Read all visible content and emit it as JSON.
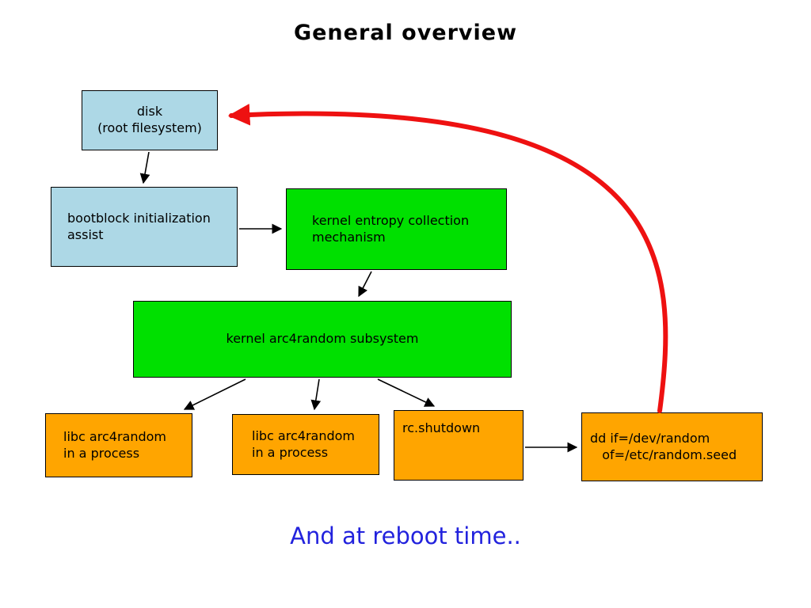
{
  "title": "General overview",
  "footer": {
    "text": "And at reboot time..",
    "color": "#2222dd"
  },
  "colors": {
    "box_blue": "#add8e6",
    "box_green": "#00e000",
    "box_orange": "#ffa500",
    "arrow_black": "#000000",
    "arrow_red": "#ee1111",
    "footer_blue": "#2222dd",
    "background": "#ffffff"
  },
  "nodes": {
    "disk": {
      "label": "disk\n(root filesystem)",
      "color": "#add8e6"
    },
    "bootblock": {
      "label": "bootblock initialization\nassist",
      "color": "#add8e6"
    },
    "kernelEntropy": {
      "label": "kernel entropy collection\nmechanism",
      "color": "#00e000"
    },
    "arc4random": {
      "label": "kernel arc4random subsystem",
      "color": "#00e000"
    },
    "libc1": {
      "label": "libc arc4random\nin a process",
      "color": "#ffa500"
    },
    "libc2": {
      "label": "libc arc4random\nin a process",
      "color": "#ffa500"
    },
    "rcShutdown": {
      "label": "rc.shutdown",
      "color": "#ffa500"
    },
    "dd": {
      "label": "dd if=/dev/random\n   of=/etc/random.seed",
      "color": "#ffa500"
    }
  },
  "edges": [
    {
      "from": "disk",
      "to": "bootblock",
      "style": "black"
    },
    {
      "from": "bootblock",
      "to": "kernelEntropy",
      "style": "black"
    },
    {
      "from": "kernelEntropy",
      "to": "arc4random",
      "style": "black"
    },
    {
      "from": "arc4random",
      "to": "libc1",
      "style": "black"
    },
    {
      "from": "arc4random",
      "to": "libc2",
      "style": "black"
    },
    {
      "from": "arc4random",
      "to": "rcShutdown",
      "style": "black"
    },
    {
      "from": "rcShutdown",
      "to": "dd",
      "style": "black"
    },
    {
      "from": "dd",
      "to": "disk",
      "style": "red-curved-thick"
    }
  ]
}
